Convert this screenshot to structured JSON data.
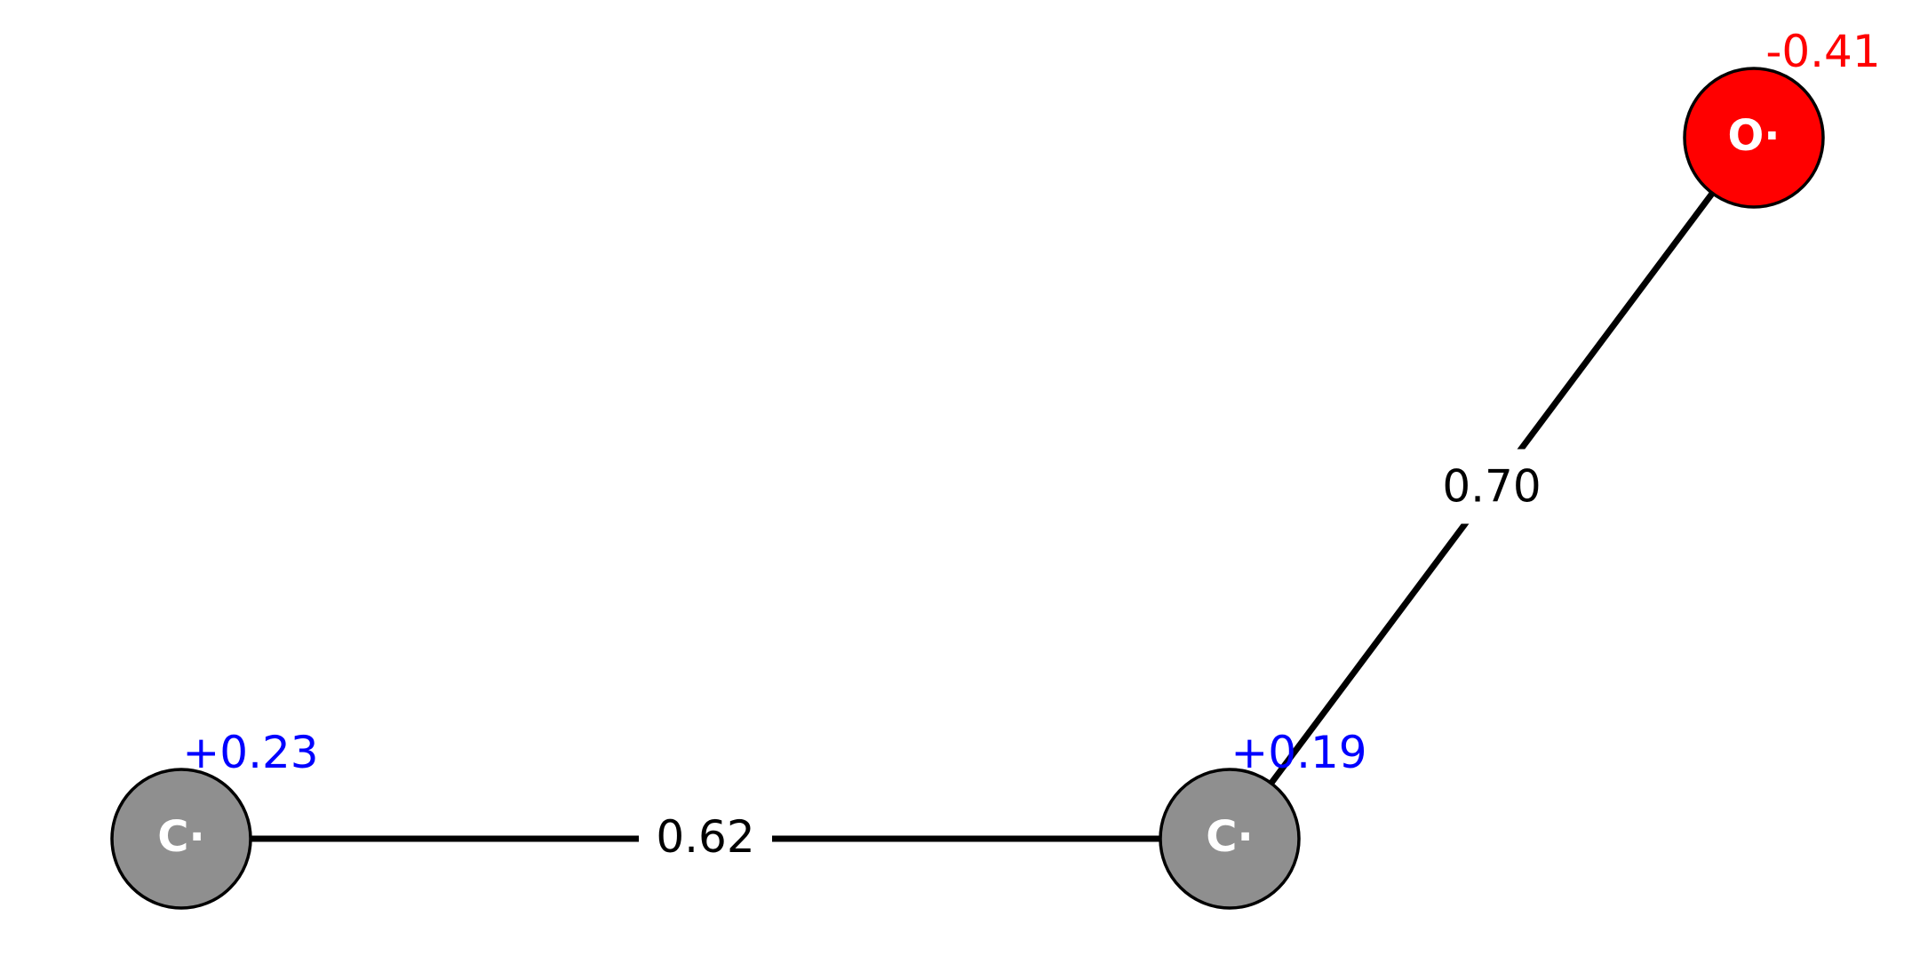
{
  "molecule": {
    "atoms": [
      {
        "id": "c1",
        "symbol": "C·",
        "charge": "+0.23",
        "color": "#8f8f8f",
        "charge_color": "#0000ff"
      },
      {
        "id": "c2",
        "symbol": "C·",
        "charge": "+0.19",
        "color": "#8f8f8f",
        "charge_color": "#0000ff"
      },
      {
        "id": "o1",
        "symbol": "O·",
        "charge": "-0.41",
        "color": "#ff0000",
        "charge_color": "#ff0000"
      }
    ],
    "bonds": [
      {
        "from": "c1",
        "to": "c2",
        "label": "0.62"
      },
      {
        "from": "c2",
        "to": "o1",
        "label": "0.70"
      }
    ]
  },
  "colors": {
    "bond": "#000000",
    "atom_outline": "#000000",
    "label_text": "#000000",
    "background": "#ffffff"
  }
}
